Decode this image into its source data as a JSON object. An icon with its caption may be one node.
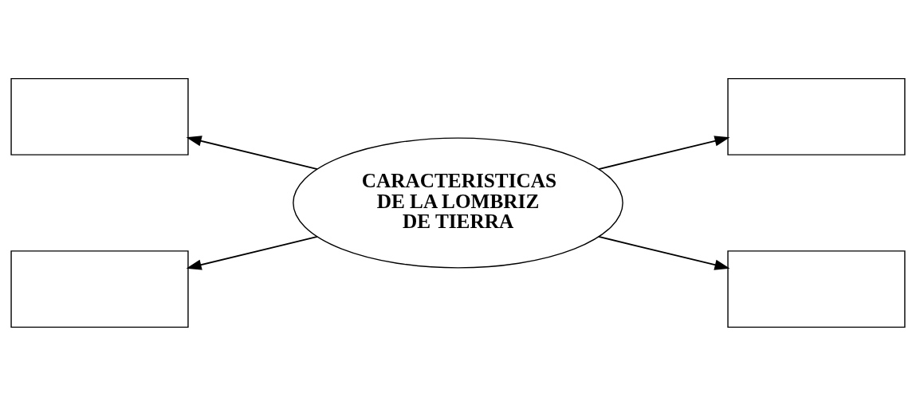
{
  "diagram": {
    "nodes": [
      {
        "text": [],
        "shape": "box"
      },
      {
        "text": [],
        "shape": "box"
      },
      {
        "text": [
          "CARACTERISTICAS DE LA LOMBRIZ DE TIERRA"
        ]
      },
      {
        "text": [],
        "shape": "box"
      },
      {
        "text": [],
        "shape": "box"
      }
    ],
    "edges": [
      {
        "from": 2,
        "to": 0,
        "arrow": "to"
      },
      {
        "from": 2,
        "to": 1,
        "arrow": "to"
      },
      {
        "from": 2,
        "to": 3,
        "arrow": "to"
      },
      {
        "from": 2,
        "to": 4,
        "arrow": "to"
      }
    ]
  }
}
